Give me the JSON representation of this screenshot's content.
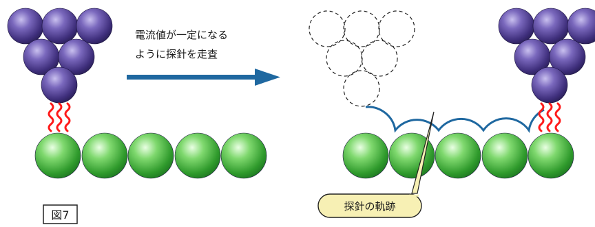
{
  "arrow_caption": {
    "line1": "電流値が一定になる",
    "line2": "ように探針を走査"
  },
  "trajectory_label": "探針の軌跡",
  "figure_label": "図7",
  "colors": {
    "probe_atom": "#4f3c8e",
    "sample_atom": "#3fae3a",
    "tunnel_current": "#ff1a1a",
    "scan_arrow": "#1f68a0",
    "trajectory": "#1f68a0",
    "label_bubble": "#f7f0b4"
  }
}
